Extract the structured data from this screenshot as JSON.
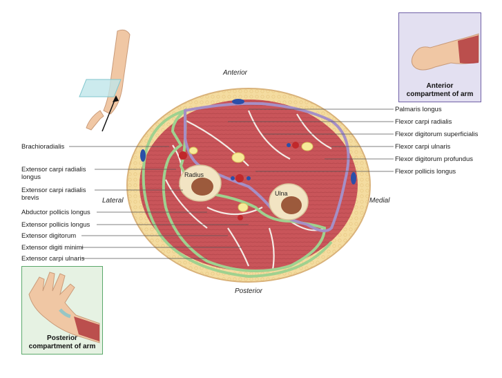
{
  "orientation": {
    "anterior": "Anterior",
    "posterior": "Posterior",
    "lateral": "Lateral",
    "medial": "Medial"
  },
  "bones": {
    "radius": "Radius",
    "ulna": "Ulna"
  },
  "labels_right": [
    "Palmaris longus",
    "Flexor carpi radialis",
    "Flexor digitorum superficialis",
    "Flexor carpi ulnaris",
    "Flexor digitorum profundus",
    "Flexor pollicis longus"
  ],
  "labels_left": [
    "Brachioradialis",
    "Extensor carpi radialis longus",
    "Extensor carpi radialis brevis",
    "Abductor pollicis longus",
    "Extensor pollicis longus",
    "Extensor digitorum",
    "Extensor digiti minimi",
    "Extensor carpi ulnaris"
  ],
  "panels": {
    "anterior": {
      "title_line1": "Anterior",
      "title_line2": "compartment of arm",
      "color": "#6f5fa6",
      "bg": "#e3e0f1"
    },
    "posterior": {
      "title_line1": "Posterior",
      "title_line2": "compartment of arm",
      "color": "#5aa86a",
      "bg": "#e6f2e3"
    }
  },
  "colors": {
    "muscle": "#c9555a",
    "fat": "#f4dca0",
    "anterior_fascia": "#a58fc6",
    "posterior_fascia": "#9fd18f",
    "bone": "#f2e4c3",
    "marrow": "#9c5a3c",
    "vein": "#2b4fa8",
    "artery": "#c0282b"
  }
}
